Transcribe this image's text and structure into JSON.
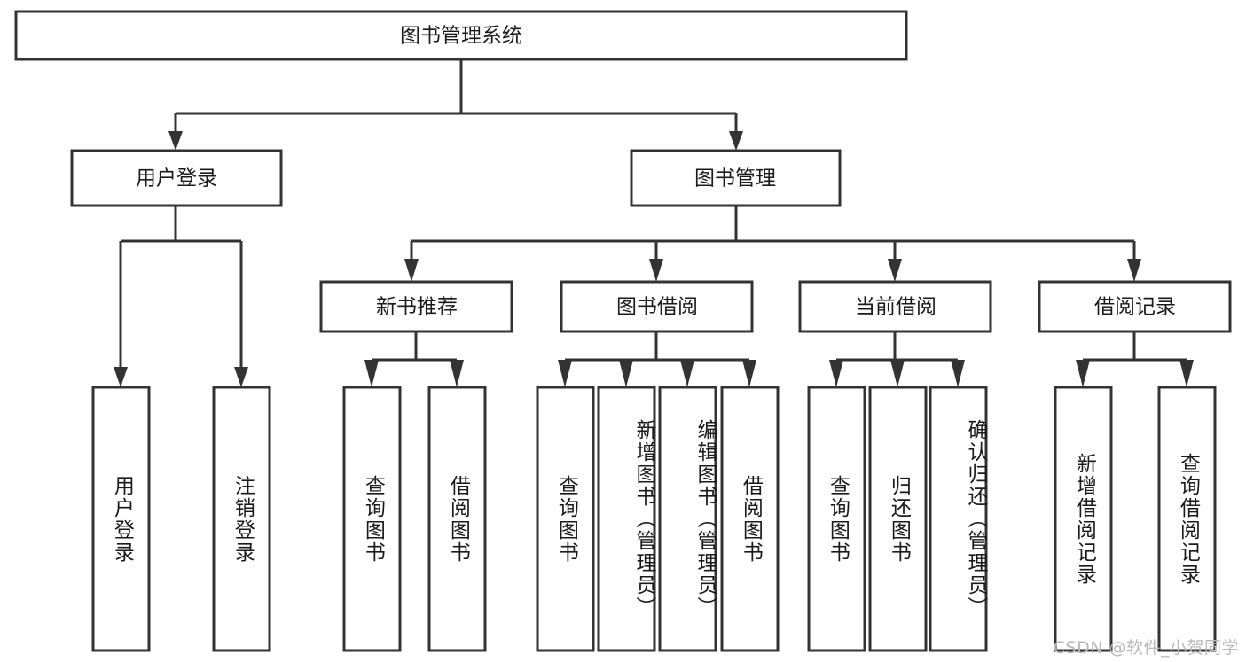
{
  "diagram": {
    "type": "tree",
    "title": "图书管理系统",
    "orientation": "top-down",
    "colors": {
      "box_stroke": "#333333",
      "box_fill": "#ffffff",
      "text": "#1a1a1a",
      "background": "#ffffff",
      "watermark": "#b9b9b9"
    },
    "root": {
      "label": "图书管理系统"
    },
    "level2": [
      {
        "id": "user-login",
        "label": "用户登录"
      },
      {
        "id": "book-manage",
        "label": "图书管理"
      }
    ],
    "level3": [
      {
        "id": "new-book-recommend",
        "label": "新书推荐",
        "parent": "book-manage"
      },
      {
        "id": "book-borrow",
        "label": "图书借阅",
        "parent": "book-manage"
      },
      {
        "id": "current-borrow",
        "label": "当前借阅",
        "parent": "book-manage"
      },
      {
        "id": "borrow-record",
        "label": "借阅记录",
        "parent": "book-manage"
      }
    ],
    "leaves": {
      "user-login": [
        {
          "id": "leaf-user-login",
          "label": "用户登录"
        },
        {
          "id": "leaf-logout",
          "label": "注销登录"
        }
      ],
      "new-book-recommend": [
        {
          "id": "leaf-query-book-1",
          "label": "查询图书"
        },
        {
          "id": "leaf-borrow-book-1",
          "label": "借阅图书"
        }
      ],
      "book-borrow": [
        {
          "id": "leaf-query-book-2",
          "label": "查询图书"
        },
        {
          "id": "leaf-add-book",
          "label": "新增图书（管理员）"
        },
        {
          "id": "leaf-edit-book",
          "label": "编辑图书（管理员）"
        },
        {
          "id": "leaf-borrow-book-2",
          "label": "借阅图书"
        }
      ],
      "current-borrow": [
        {
          "id": "leaf-query-book-3",
          "label": "查询图书"
        },
        {
          "id": "leaf-return-book",
          "label": "归还图书"
        },
        {
          "id": "leaf-confirm-return",
          "label": "确认归还（管理员）"
        }
      ],
      "borrow-record": [
        {
          "id": "leaf-add-record",
          "label": "新增借阅记录"
        },
        {
          "id": "leaf-query-record",
          "label": "查询借阅记录"
        }
      ]
    }
  },
  "watermark": {
    "text": "CSDN @软件_小贺同学"
  }
}
